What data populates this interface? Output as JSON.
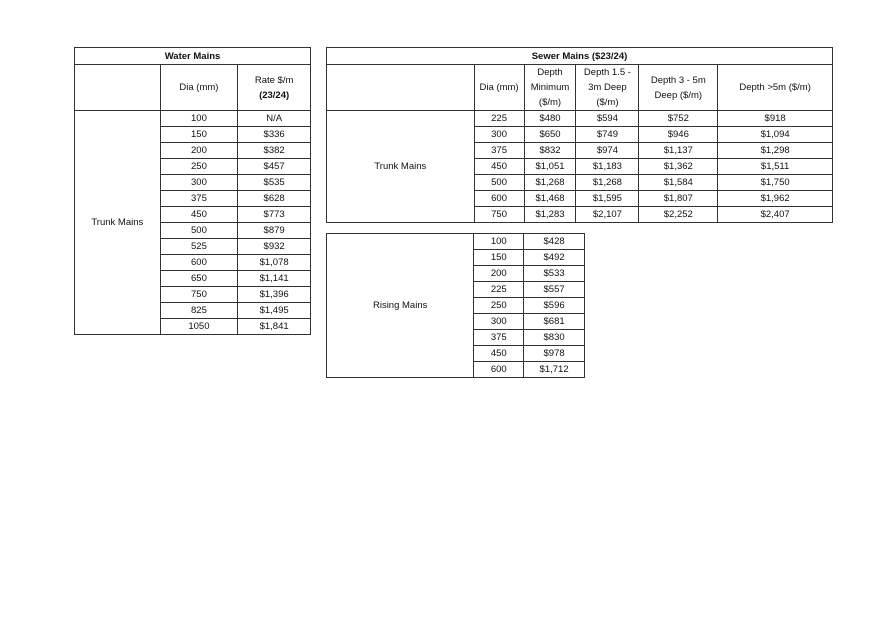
{
  "water": {
    "title": "Water Mains",
    "col_dia": "Dia (mm)",
    "col_rate_line1": "Rate $/m",
    "col_rate_line2": "(23/24)",
    "group": "Trunk Mains",
    "rows": [
      {
        "dia": "100",
        "rate": "N/A"
      },
      {
        "dia": "150",
        "rate": "$336"
      },
      {
        "dia": "200",
        "rate": "$382"
      },
      {
        "dia": "250",
        "rate": "$457"
      },
      {
        "dia": "300",
        "rate": "$535"
      },
      {
        "dia": "375",
        "rate": "$628"
      },
      {
        "dia": "450",
        "rate": "$773"
      },
      {
        "dia": "500",
        "rate": "$879"
      },
      {
        "dia": "525",
        "rate": "$932"
      },
      {
        "dia": "600",
        "rate": "$1,078"
      },
      {
        "dia": "650",
        "rate": "$1,141"
      },
      {
        "dia": "750",
        "rate": "$1,396"
      },
      {
        "dia": "825",
        "rate": "$1,495"
      },
      {
        "dia": "1050",
        "rate": "$1,841"
      }
    ]
  },
  "sewer": {
    "title": "Sewer Mains ($23/24)",
    "col_dia": "Dia (mm)",
    "col_min": [
      "Depth",
      "Minimum",
      "($/m)"
    ],
    "col_15_3": [
      "Depth 1.5 -",
      "3m Deep",
      "($/m)"
    ],
    "col_3_5": [
      "Depth 3 - 5m",
      "Deep ($/m)"
    ],
    "col_5": "Depth >5m ($/m)",
    "group": "Trunk Mains",
    "rows": [
      {
        "dia": "225",
        "min": "$480",
        "d15": "$594",
        "d3": "$752",
        "d5": "$918"
      },
      {
        "dia": "300",
        "min": "$650",
        "d15": "$749",
        "d3": "$946",
        "d5": "$1,094"
      },
      {
        "dia": "375",
        "min": "$832",
        "d15": "$974",
        "d3": "$1,137",
        "d5": "$1,298"
      },
      {
        "dia": "450",
        "min": "$1,051",
        "d15": "$1,183",
        "d3": "$1,362",
        "d5": "$1,511"
      },
      {
        "dia": "500",
        "min": "$1,268",
        "d15": "$1,268",
        "d3": "$1,584",
        "d5": "$1,750"
      },
      {
        "dia": "600",
        "min": "$1,468",
        "d15": "$1,595",
        "d3": "$1,807",
        "d5": "$1,962"
      },
      {
        "dia": "750",
        "min": "$1,283",
        "d15": "$2,107",
        "d3": "$2,252",
        "d5": "$2,407"
      }
    ]
  },
  "rising": {
    "group": "Rising Mains",
    "rows": [
      {
        "dia": "100",
        "rate": "$428"
      },
      {
        "dia": "150",
        "rate": "$492"
      },
      {
        "dia": "200",
        "rate": "$533"
      },
      {
        "dia": "225",
        "rate": "$557"
      },
      {
        "dia": "250",
        "rate": "$596"
      },
      {
        "dia": "300",
        "rate": "$681"
      },
      {
        "dia": "375",
        "rate": "$830"
      },
      {
        "dia": "450",
        "rate": "$978"
      },
      {
        "dia": "600",
        "rate": "$1,712"
      }
    ]
  }
}
